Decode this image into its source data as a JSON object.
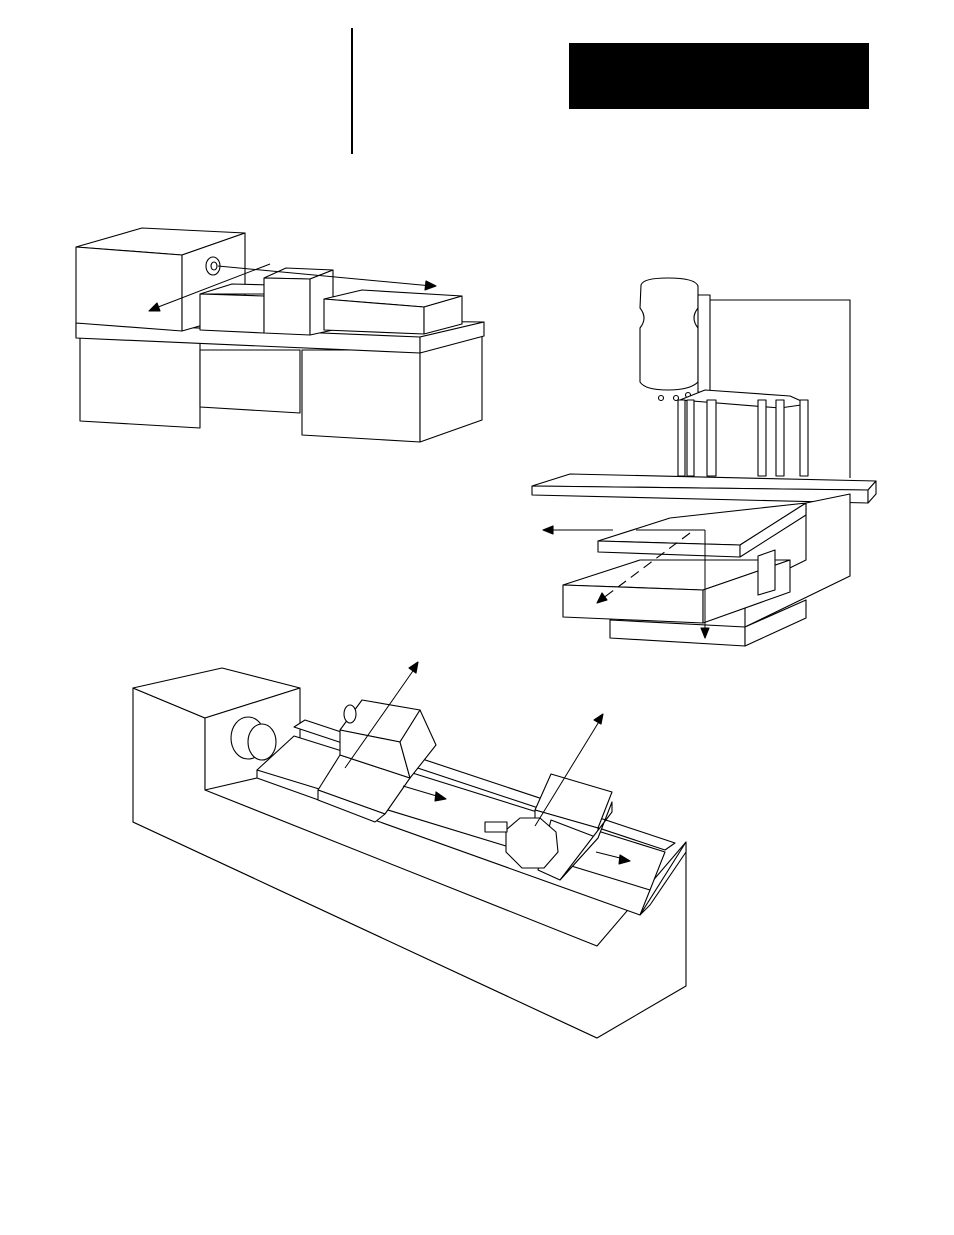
{
  "header": {
    "title_block_color": "#000000",
    "divider_color": "#000000"
  },
  "figures": [
    {
      "id": "lathe-small",
      "description_icon": "lathe-illustration"
    },
    {
      "id": "vertical-mill",
      "description_icon": "mill-illustration"
    },
    {
      "id": "lathe-large",
      "description_icon": "lathe-illustration"
    }
  ]
}
